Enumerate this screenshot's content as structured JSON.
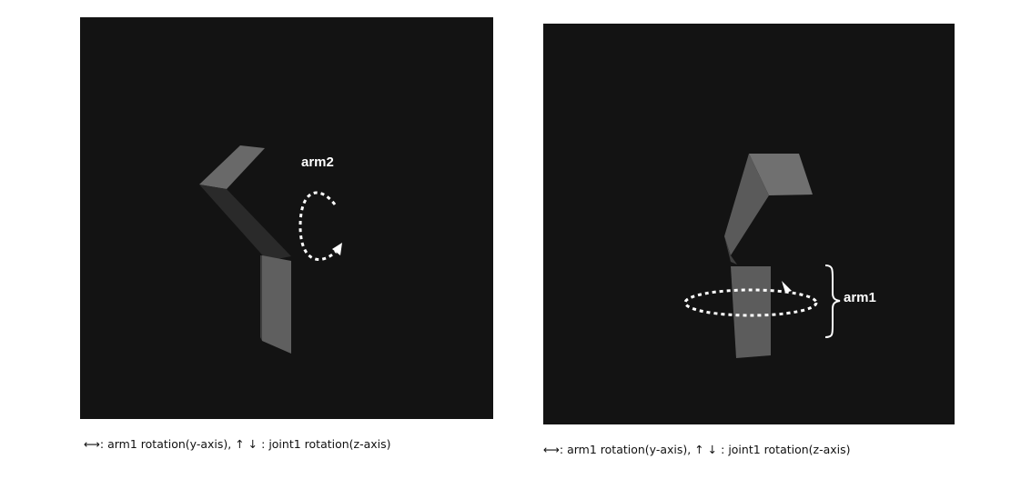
{
  "panels": [
    {
      "label": "arm2",
      "caption": "⟷: arm1 rotation(y-axis), ↑ ↓ : joint1 rotation(z-axis)",
      "icons": [
        "dotted-rotation-arrow",
        "upper-arm-segment",
        "lower-arm-segment"
      ]
    },
    {
      "label": "arm1",
      "caption": "⟷: arm1 rotation(y-axis), ↑ ↓ : joint1 rotation(z-axis)",
      "icons": [
        "dotted-rotation-arrow",
        "brace",
        "upper-arm-segment",
        "lower-arm-segment"
      ]
    }
  ],
  "colors": {
    "background": "#131313",
    "arm_face": "#6a6a6a",
    "arm_side": "#3e3e3e",
    "annotation": "#ffffff"
  }
}
